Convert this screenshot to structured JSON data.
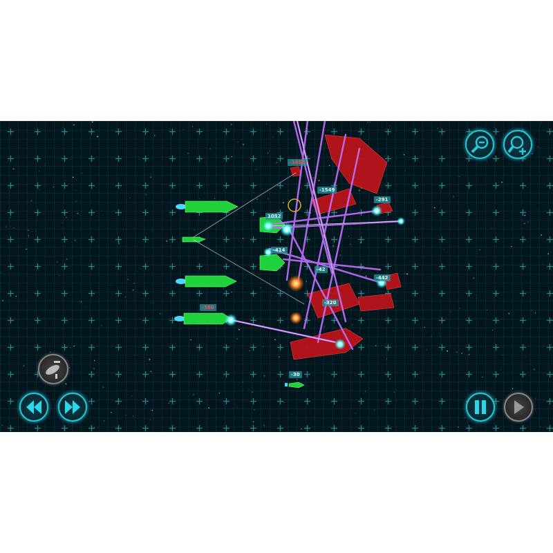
{
  "damage_labels": {
    "l1": "-1050",
    "l2": "-1549",
    "l3": "-291",
    "l4": "1052",
    "l5": "-414",
    "l6": "-42",
    "l7": "-442",
    "l8": "-320",
    "l9": "-380",
    "l10": "-30"
  },
  "controls": {
    "zoom_out": "zoom-out",
    "zoom_in": "zoom-in",
    "rewind": "rewind",
    "fast_forward": "fast-forward",
    "pause": "pause",
    "play": "play",
    "fleet_select": "fleet"
  },
  "colors": {
    "accent": "#2cc7d6",
    "player_fleet": "#22e03a",
    "enemy_fleet": "#d81a1a",
    "laser": "#c070ff"
  }
}
